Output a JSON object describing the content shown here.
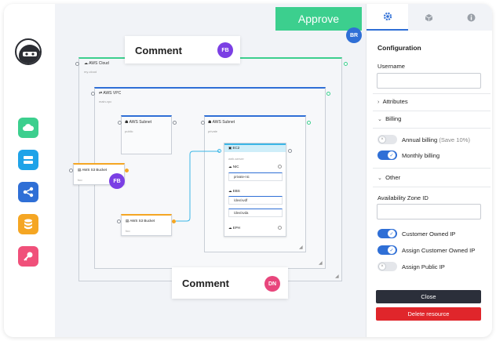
{
  "approve_label": "Approve",
  "canvas": {
    "cloud": {
      "title": "AWS Cloud",
      "sub": "my-cloud"
    },
    "vpc": {
      "title": "AWS VPC",
      "sub": "main-vpc"
    },
    "subnet_public": {
      "title": "AWS Subnet",
      "sub": "public"
    },
    "subnet_private": {
      "title": "AWS Subnet",
      "sub": "private"
    },
    "bucket1": {
      "title": "AWS S3 Bucket",
      "sub": "foo"
    },
    "bucket2": {
      "title": "AWS S3 Bucket",
      "sub": "foo"
    },
    "ec2": {
      "title": "EC2",
      "sub": "web-server",
      "nic_label": "NIC",
      "nic_value": "private-nic",
      "ebs_label": "EBS",
      "ebs_values": [
        "/dev/xvdf",
        "/dev/xvda"
      ],
      "eph_label": "EPH"
    }
  },
  "comments": [
    {
      "label": "Comment",
      "initials": "FB",
      "color": "#7b3fe4"
    },
    {
      "label": "Comment",
      "initials": "DN",
      "color": "#e8467c"
    }
  ],
  "badges": {
    "br": {
      "initials": "BR",
      "color": "#2f6fd6"
    },
    "fb": {
      "initials": "FB",
      "color": "#7b3fe4"
    }
  },
  "sidebar": {
    "items": [
      {
        "icon": "cloud-icon",
        "color": "#3ccf8e"
      },
      {
        "icon": "server-icon",
        "color": "#1fa3e8"
      },
      {
        "icon": "share-icon",
        "color": "#2f6fd6"
      },
      {
        "icon": "database-icon",
        "color": "#f5a623"
      },
      {
        "icon": "key-icon",
        "color": "#f0507a"
      }
    ]
  },
  "panel": {
    "tabs": [
      "gear-icon",
      "cube-icon",
      "info-icon"
    ],
    "heading": "Configuration",
    "username_label": "Username",
    "username_value": "",
    "attributes_label": "Attributes",
    "billing_label": "Billing",
    "annual_label": "Annual billing",
    "annual_note": "(Save 10%)",
    "annual_on": false,
    "monthly_label": "Monthly billing",
    "monthly_on": true,
    "other_label": "Other",
    "az_label": "Availability Zone ID",
    "az_value": "",
    "customer_ip_label": "Customer Owned IP",
    "customer_ip_on": true,
    "assign_customer_ip_label": "Assign Customer Owned IP",
    "assign_customer_ip_on": true,
    "assign_public_ip_label": "Assign Public IP",
    "assign_public_ip_on": false,
    "close_label": "Close",
    "delete_label": "Delete resource"
  },
  "colors": {
    "approve": "#3ccf8e",
    "close": "#2b2f3a",
    "delete": "#e0262b",
    "toggle_on": "#2f6fd6",
    "toggle_off": "#e4e6ea"
  }
}
